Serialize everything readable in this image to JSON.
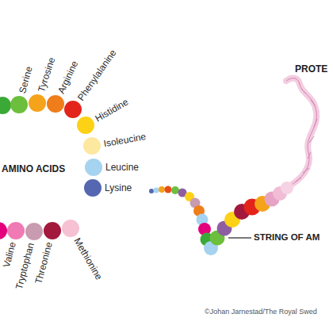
{
  "diagram": {
    "nodes": [
      {
        "text": [
          "Serine"
        ]
      },
      {
        "text": [
          "Tyrosine"
        ]
      },
      {
        "text": [
          "Arginine"
        ]
      },
      {
        "text": [
          "Phenylalanine"
        ]
      },
      {
        "text": [
          "Histidine"
        ]
      },
      {
        "text": [
          "Isoleucine"
        ]
      },
      {
        "text": [
          "Leucine"
        ]
      },
      {
        "text": [
          "Lysine"
        ]
      },
      {
        "text": [
          "Valine"
        ]
      },
      {
        "text": [
          "Tryptophan"
        ]
      },
      {
        "text": [
          "Threonine"
        ]
      },
      {
        "text": [
          "Methionine"
        ]
      }
    ],
    "labels": [
      "AMINO ACIDS",
      "STRING OF AM",
      "PROTE",
      "©Johan Jarnestad/The Royal Swed"
    ]
  }
}
